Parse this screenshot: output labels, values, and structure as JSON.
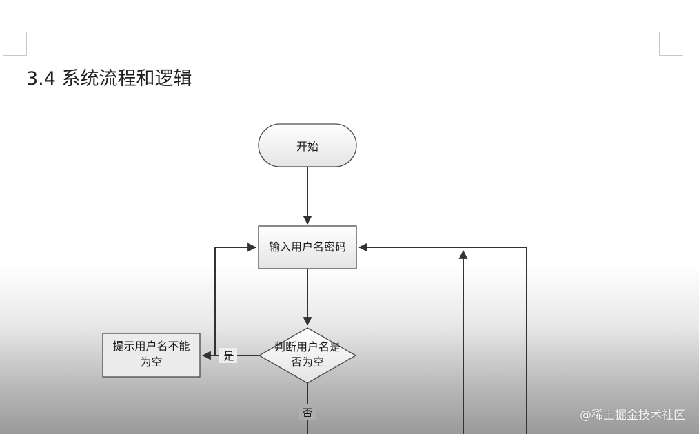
{
  "heading": "3.4 系统流程和逻辑",
  "flowchart": {
    "nodes": {
      "start": "开始",
      "input": "输入用户名密码",
      "check_line1": "判断用户名是",
      "check_line2": "否为空",
      "prompt_line1": "提示用户名不能",
      "prompt_line2": "为空"
    },
    "edge_labels": {
      "yes": "是",
      "no": "否"
    }
  },
  "watermark": "@稀土掘金技术社区"
}
